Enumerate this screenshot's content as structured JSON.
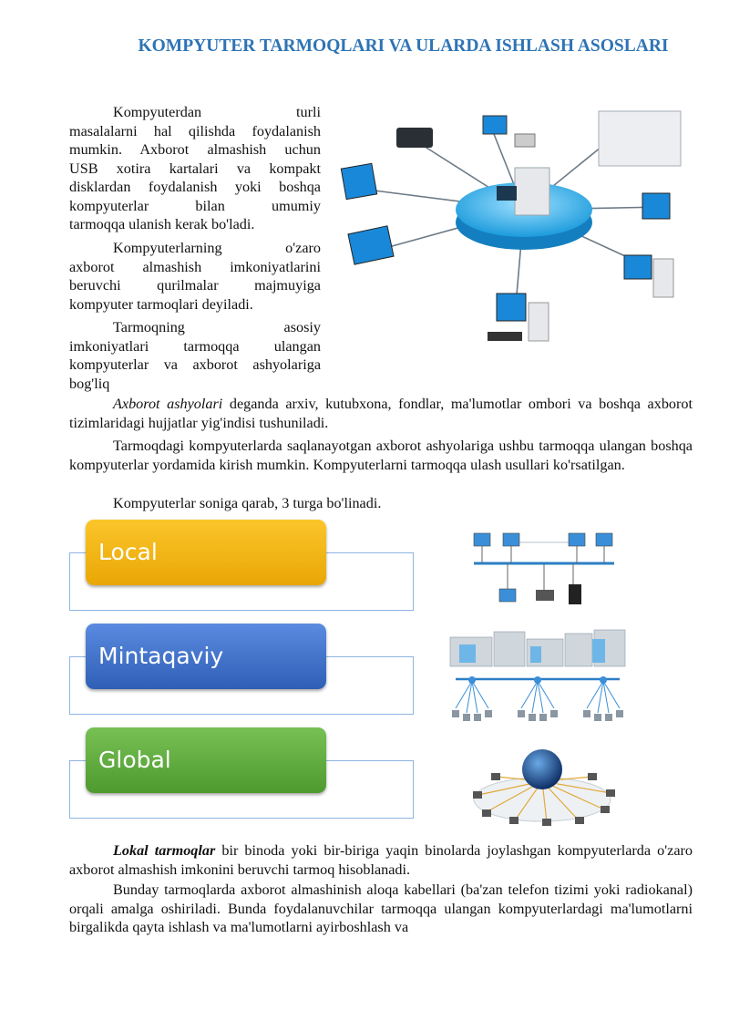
{
  "title": "KOMPYUTER TARMOQLARI VA ULARDA  ISHLASH ASOSLARI",
  "para1_lines": [
    "Kompyuterdan turli",
    "masalalarni hal qilishda foydalanish",
    "mumkin. Axborot almashish uchun",
    "USB xotira kartalari va kompakt",
    "disklardan foydalanish yoki boshqa",
    "kompyuterlar bilan umumiy",
    "tarmoqqa ulanish kerak bo'ladi."
  ],
  "para2_lines": [
    "Kompyuterlarning o'zaro",
    "axborot almashish imkoniyatlarini",
    "beruvchi qurilmalar majmuyiga",
    "kompyuter tarmoqlari deyiladi."
  ],
  "para3_lines": [
    "Tarmoqning asosiy",
    "imkoniyatlari tarmoqqa ulangan",
    "kompyuterlar va axborot ashyolariga",
    "bog'liq"
  ],
  "para4_italic": "Axborot ashyolari",
  "para4_rest": " deganda arxiv, kutubxona, fondlar, ma'lumotlar ombori va boshqa axborot tizimlaridagi hujjatlar yig'indisi tushuniladi.",
  "para5": "Tarmoqdagi kompyuterlarda saqlanayotgan axborot ashyolariga ushbu tarmoqqa ulangan boshqa kompyuterlar yordamida kirish mumkin. Kompyuterlarni tarmoqqa ulash usullari ko'rsatilgan.",
  "para6": "Kompyuterlar soniga qarab, 3 turga bo'linadi.",
  "types": [
    "Local",
    "Mintaqaviy",
    "Global"
  ],
  "para7_bold": "Lokal tarmoqlar",
  "para7_rest": " bir binoda yoki bir-biriga yaqin binolarda joylashgan kompyuterlarda o'zaro axborot almashish imkonini beruvchi tarmoq hisoblanadi.",
  "para8": "Bunday tarmoqlarda axborot almashinish aloqa kabellari (ba'zan telefon tizimi yoki radiokanal) orqali amalga oshiriladi. Bunda foydalanuvchilar tarmoqqa ulangan kompyuterlardagi ma'lumotlarni birgalikda qayta ishlash va ma'lumotlarni ayirboshlash va",
  "colors": {
    "title": "#2e74b5",
    "local": "#f2b617",
    "regional": "#4472c4",
    "global": "#60ad3f"
  }
}
